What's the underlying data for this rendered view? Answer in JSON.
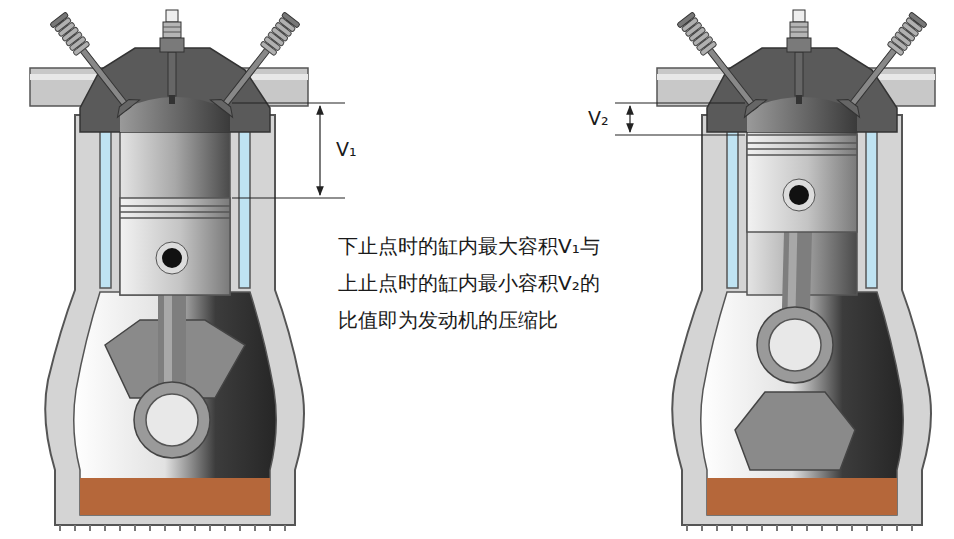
{
  "diagram": {
    "caption": "下止点时的缸内最大容积V₁与 上止点时的缸内最小容积V₂的 比值即为发动机的压缩比",
    "labels": [
      "V₁",
      "V₂"
    ]
  }
}
